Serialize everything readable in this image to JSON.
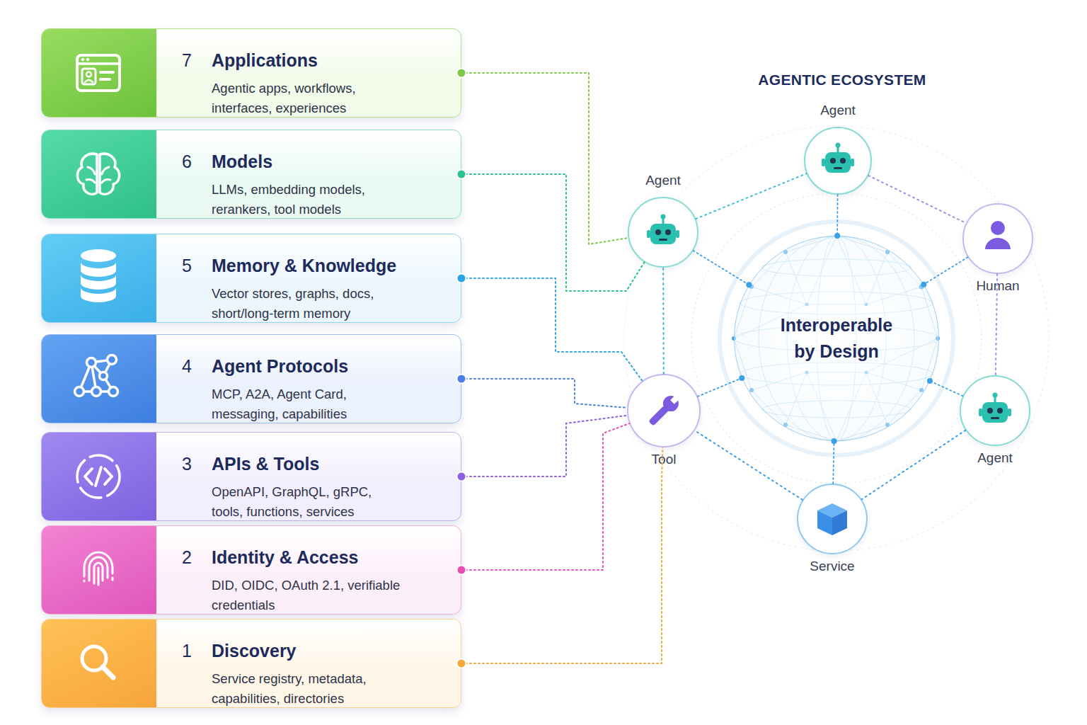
{
  "diagram": {
    "title": "AGENTIC ECOSYSTEM",
    "nodes": [
      {
        "text": [
          "7",
          "Applications",
          "Agentic apps, workflows, interfaces, experiences"
        ]
      },
      {
        "text": [
          "6",
          "Models",
          "LLMs, embedding models, rerankers, tool models"
        ]
      },
      {
        "text": [
          "5",
          "Memory & Knowledge",
          "Vector stores, graphs, docs, short/long-term memory"
        ]
      },
      {
        "text": [
          "4",
          "Agent Protocols",
          "MCP, A2A, Agent Card, messaging, capabilities"
        ]
      },
      {
        "text": [
          "3",
          "APIs & Tools",
          "OpenAPI, GraphQL, gRPC, tools, functions, services"
        ]
      },
      {
        "text": [
          "2",
          "Identity & Access",
          "DID, OIDC, OAuth 2.1, verifiable credentials"
        ]
      },
      {
        "text": [
          "1",
          "Discovery",
          "Service registry, metadata, capabilities, directories"
        ]
      },
      {
        "text": [
          "Agent"
        ]
      },
      {
        "text": [
          "Agent"
        ]
      },
      {
        "text": [
          "Human"
        ]
      },
      {
        "text": [
          "Interoperable by Design"
        ]
      },
      {
        "text": [
          "Tool"
        ]
      },
      {
        "text": [
          "Agent"
        ]
      },
      {
        "text": [
          "Service"
        ]
      }
    ],
    "edges": [
      {
        "from": 0,
        "to": 8,
        "arrow": "none"
      },
      {
        "from": 1,
        "to": 8,
        "arrow": "none"
      },
      {
        "from": 2,
        "to": 11,
        "arrow": "none"
      },
      {
        "from": 3,
        "to": 11,
        "arrow": "none"
      },
      {
        "from": 4,
        "to": 11,
        "arrow": "none"
      },
      {
        "from": 5,
        "to": 11,
        "arrow": "none"
      },
      {
        "from": 6,
        "to": 11,
        "arrow": "none"
      },
      {
        "from": 8,
        "to": 7,
        "arrow": "none"
      },
      {
        "from": 7,
        "to": 9,
        "arrow": "none"
      },
      {
        "from": 9,
        "to": 12,
        "arrow": "none"
      },
      {
        "from": 12,
        "to": 13,
        "arrow": "none"
      },
      {
        "from": 13,
        "to": 11,
        "arrow": "none"
      },
      {
        "from": 11,
        "to": 8,
        "arrow": "none"
      },
      {
        "from": 7,
        "to": 10,
        "arrow": "none"
      },
      {
        "from": 8,
        "to": 10,
        "arrow": "none"
      },
      {
        "from": 9,
        "to": 10,
        "arrow": "none"
      },
      {
        "from": 11,
        "to": 10,
        "arrow": "none"
      },
      {
        "from": 12,
        "to": 10,
        "arrow": "none"
      },
      {
        "from": 13,
        "to": 10,
        "arrow": "none"
      }
    ]
  }
}
